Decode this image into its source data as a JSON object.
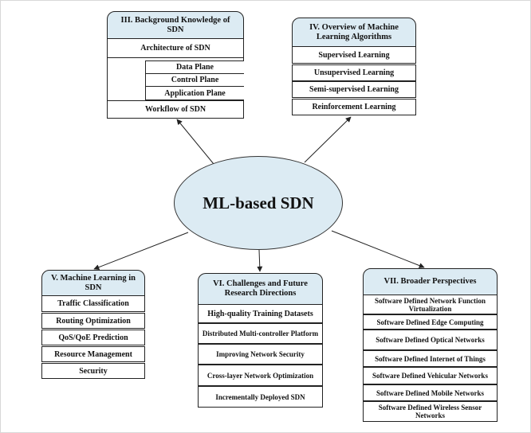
{
  "center": "ML-based SDN",
  "sec3": {
    "title": "III. Background Knowledge of SDN",
    "architecture": "Architecture of SDN",
    "planes": [
      "Data Plane",
      "Control Plane",
      "Application Plane"
    ],
    "workflow": "Workflow of SDN"
  },
  "sec4": {
    "title": "IV. Overview of Machine Learning Algorithms",
    "items": [
      "Supervised Learning",
      "Unsupervised Learning",
      "Semi-supervised Learning",
      "Reinforcement Learning"
    ]
  },
  "sec5": {
    "title": "V. Machine Learning in SDN",
    "items": [
      "Traffic Classification",
      "Routing Optimization",
      "QoS/QoE Prediction",
      "Resource Management",
      "Security"
    ]
  },
  "sec6": {
    "title": "VI. Challenges and Future Research Directions",
    "items": [
      "High-quality Training Datasets",
      "Distributed Multi-controller Platform",
      "Improving Network Security",
      "Cross-layer Network Optimization",
      "Incrementally Deployed SDN"
    ]
  },
  "sec7": {
    "title": "VII. Broader Perspectives",
    "items": [
      "Software Defined Network Function Virtualization",
      "Software Defined Edge Computing",
      "Software Defined Optical Networks",
      "Software Defined Internet of Things",
      "Software Defined Vehicular Networks",
      "Software Defined Mobile Networks",
      "Software Defined Wireless Sensor Networks"
    ]
  },
  "colors": {
    "header_fill": "#dcebf3",
    "ellipse_fill": "#dcebf3",
    "stroke": "#222222"
  }
}
